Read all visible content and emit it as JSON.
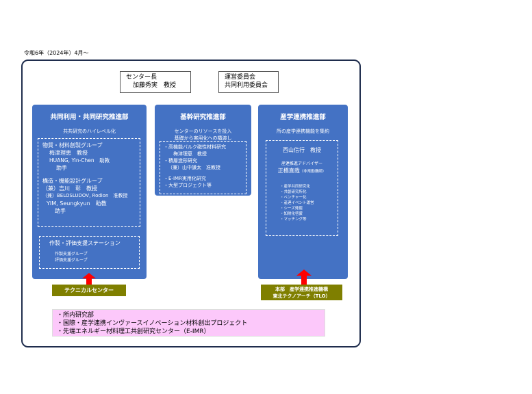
{
  "date": "令和6年（2024年）4月〜",
  "director": {
    "label": "センター長",
    "name": "加藤秀実　教授"
  },
  "committees": [
    "運営委員会",
    "共同利用委員会"
  ],
  "dept1": {
    "title": "共同利用・共同研究推進部",
    "sub": "共共研究のハイレベル化",
    "lines": [
      "物質・材料創製グループ",
      "梅津理恵　教授",
      "HUANG, Yin-Chen　助教",
      "助手",
      "",
      "構造・機能設計グループ",
      "（兼）吉川　彰　教授",
      "（兼）BELOSLUDOV, Rodion　准教授",
      "YIM, Seungkyun　助教",
      "助手"
    ],
    "station": {
      "title": "作製・評価支援ステーション",
      "groups": [
        "作製支援グループ",
        "評価支援グループ"
      ]
    }
  },
  "dept2": {
    "title": "基幹研究推進部",
    "sub": [
      "センターのリソースを投入",
      "基礎から実用化への橋渡し"
    ],
    "lines": [
      "・高機能バルク磁性材料研究",
      "梅津理恵　教授",
      "・積層造形研究",
      "（兼）山中謙太　准教授",
      "",
      "・E-IMR実用化研究",
      "・大型プロジェクト等"
    ]
  },
  "dept3": {
    "title": "産学連携推進部",
    "sub": "所の産学連携機能を集約",
    "head": "西山信行　教授",
    "advisor_label": "産連推進アドバイザー",
    "advisor": "正橋直哉",
    "advisor_note": "（非常勤講師）",
    "items": [
      "・産学共同研究化",
      "・共創研究所化",
      "・ベンチャー化",
      "・産連イベント運営",
      "・シーズ発掘",
      "・知財化啓蒙",
      "・マッチング等"
    ]
  },
  "technical_center": "テクニカルセンター",
  "tlo": [
    "本部　産学連携推進機構",
    "東北テクノアーチ（TLO）"
  ],
  "bottom": [
    "・所内研究部",
    "・国際・産学連携インヴァースイノベーション材料創出プロジェクト",
    "・先端エネルギー材料理工共創研究センター（E-IMR）"
  ]
}
